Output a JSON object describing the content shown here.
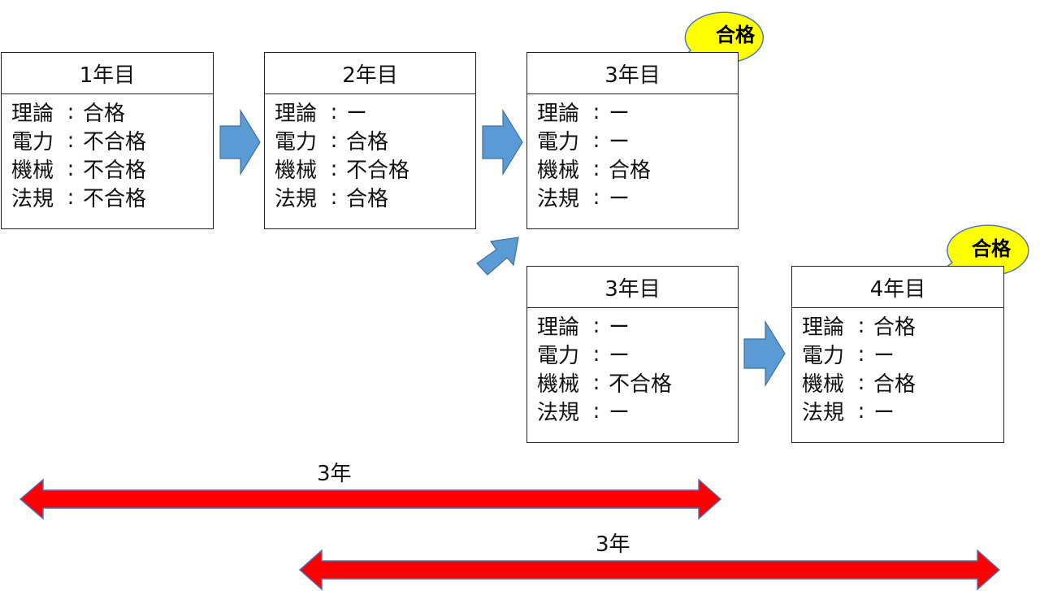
{
  "boxes": [
    {
      "year": "1年目",
      "rows": [
        {
          "subject": "理論",
          "colon": ":",
          "result": "合格"
        },
        {
          "subject": "電力",
          "colon": ":",
          "result": "不合格"
        },
        {
          "subject": "機械",
          "colon": ":",
          "result": "不合格"
        },
        {
          "subject": "法規",
          "colon": ":",
          "result": "不合格"
        }
      ]
    },
    {
      "year": "2年目",
      "rows": [
        {
          "subject": "理論",
          "colon": ":",
          "result": "ー"
        },
        {
          "subject": "電力",
          "colon": ":",
          "result": "合格"
        },
        {
          "subject": "機械",
          "colon": ":",
          "result": "不合格"
        },
        {
          "subject": "法規",
          "colon": ":",
          "result": "合格"
        }
      ]
    },
    {
      "year": "3年目",
      "rows": [
        {
          "subject": "理論",
          "colon": ":",
          "result": "ー"
        },
        {
          "subject": "電力",
          "colon": ":",
          "result": "ー"
        },
        {
          "subject": "機械",
          "colon": ":",
          "result": "合格"
        },
        {
          "subject": "法規",
          "colon": ":",
          "result": "ー"
        }
      ]
    },
    {
      "year": "3年目",
      "rows": [
        {
          "subject": "理論",
          "colon": ":",
          "result": "ー"
        },
        {
          "subject": "電力",
          "colon": ":",
          "result": "ー"
        },
        {
          "subject": "機械",
          "colon": ":",
          "result": "不合格"
        },
        {
          "subject": "法規",
          "colon": ":",
          "result": "ー"
        }
      ]
    },
    {
      "year": "4年目",
      "rows": [
        {
          "subject": "理論",
          "colon": ":",
          "result": "合格"
        },
        {
          "subject": "電力",
          "colon": ":",
          "result": "ー"
        },
        {
          "subject": "機械",
          "colon": ":",
          "result": "合格"
        },
        {
          "subject": "法規",
          "colon": ":",
          "result": "ー"
        }
      ]
    }
  ],
  "callouts": [
    "合格",
    "合格"
  ],
  "spans": [
    "3年",
    "3年"
  ],
  "colors": {
    "flow_arrow": "#5b9bd5",
    "flow_arrow_stroke": "#41719c",
    "span_arrow": "#ff0000",
    "span_arrow_stroke": "#4472c4",
    "callout_fill": "#ffff00",
    "callout_stroke": "#4472c4"
  }
}
